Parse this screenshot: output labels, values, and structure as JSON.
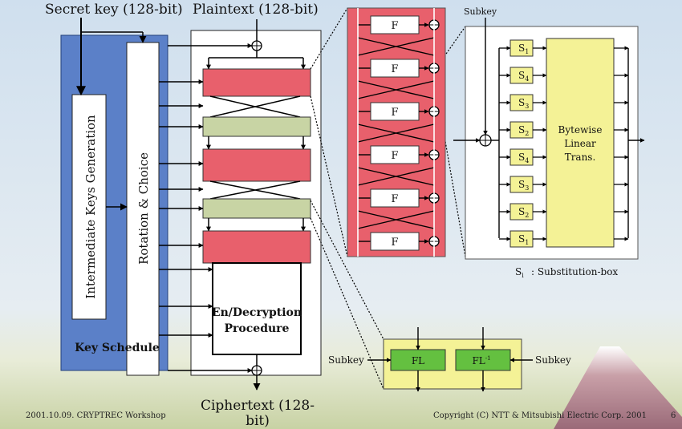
{
  "header": {
    "secret_key": "Secret key (128-bit)",
    "plaintext": "Plaintext (128-bit)"
  },
  "key_schedule": {
    "intermediate": "Intermediate Keys Generation",
    "rotation": "Rotation & Choice",
    "title": "Key Schedule"
  },
  "procedure": {
    "line1": "En/Decryption",
    "line2": "Procedure"
  },
  "ciphertext": {
    "line1": "Ciphertext (128-",
    "line2": "bit)"
  },
  "feistel": {
    "f_labels": [
      "F",
      "F",
      "F",
      "F",
      "F",
      "F"
    ]
  },
  "f_function": {
    "subkey": "Subkey",
    "sboxes": [
      {
        "name": "S",
        "sub": "1"
      },
      {
        "name": "S",
        "sub": "4"
      },
      {
        "name": "S",
        "sub": "3"
      },
      {
        "name": "S",
        "sub": "2"
      },
      {
        "name": "S",
        "sub": "4"
      },
      {
        "name": "S",
        "sub": "3"
      },
      {
        "name": "S",
        "sub": "2"
      },
      {
        "name": "S",
        "sub": "1"
      }
    ],
    "linear": [
      "Bytewise",
      "Linear",
      "Trans."
    ],
    "legend_symbol": "S",
    "legend_sub": "i",
    "legend_text": ":  Substitution-box"
  },
  "fl_layer": {
    "subkey_left": "Subkey",
    "subkey_right": "Subkey",
    "fl": "FL",
    "fl_inv": "FL",
    "fl_inv_sup": "-1"
  },
  "footer": {
    "left": "2001.10.09. CRYPTREC Workshop",
    "right": "Copyright (C) NTT & Mitsubishi Electric Corp. 2001",
    "page": "6"
  },
  "colors": {
    "key_schedule_blue": "#5b80c8",
    "round_red": "#e8606c",
    "fl_green": "#c8d4a4",
    "sbox_yellow": "#f4f296",
    "fl_box_green": "#64c040"
  }
}
